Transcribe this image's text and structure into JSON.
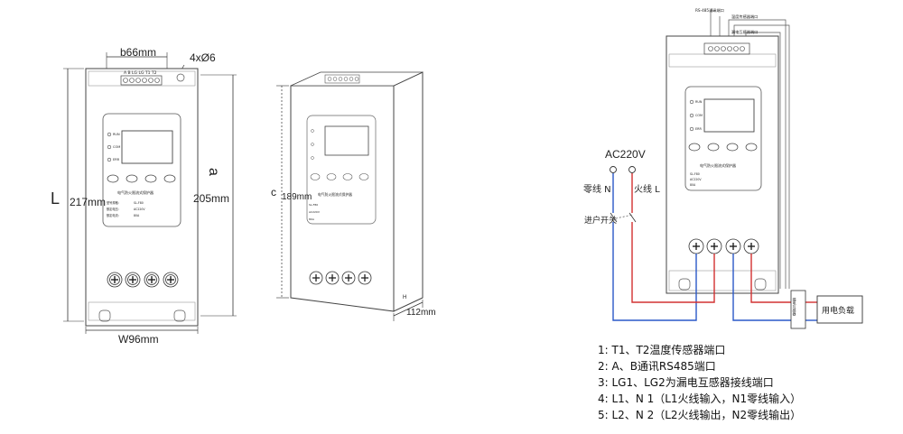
{
  "front_view": {
    "dim_top": "b66mm",
    "dim_hole": "4xØ6",
    "dim_L_letter": "L",
    "dim_L": "217mm",
    "dim_a_letter": "a",
    "dim_a": "205mm",
    "dim_bottom": "W96mm",
    "terminals": "A  B LG  LG  T1  T2",
    "indicators": [
      "RUN",
      "COM",
      "ERR"
    ],
    "device_title": "电气防火限流式保护器",
    "device_model_label": "型号规格:",
    "device_model": "SL-F80",
    "device_voltage_label": "额定电压:",
    "device_voltage": "AC220V",
    "device_current_label": "额定电流:",
    "device_current": "80A"
  },
  "side_view": {
    "dim_c_letter": "c",
    "dim_c": "189mm",
    "dim_H_letter": "H",
    "dim_H": "112mm"
  },
  "wiring": {
    "rs485_label": "RS-485通讯端口",
    "temp_label": "温度传感器端口",
    "lg_label": "漏电互感器端口",
    "supply": "AC220V",
    "neutral": "零线 N",
    "live": "火线 L",
    "switch": "进户开关",
    "load": "用电负载",
    "ct_label": "漏电互感器"
  },
  "legend": [
    "1:  T1、T2温度传感器端口",
    "2:  A、B通讯RS485端口",
    "3:  LG1、LG2为漏电互感器接线端口",
    "4:  L1、N 1（L1火线输入，N1零线输入）",
    "5:  L2、N 2（L2火线输出，N2零线输出）"
  ]
}
